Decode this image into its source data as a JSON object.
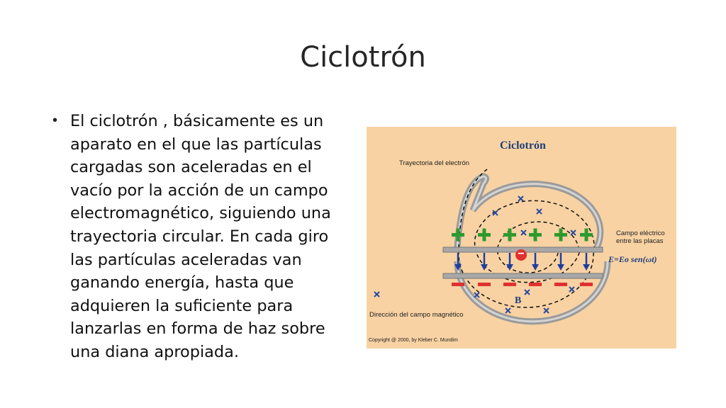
{
  "slide": {
    "title": "Ciclotrón",
    "bullet": "El ciclotrón , básicamente es un aparato en el que las partículas cargadas son aceleradas en el vacío por la acción de un campo electromagnético, siguiendo una trayectoria circular. En cada giro las partículas aceleradas van ganando energía, hasta que adquieren la suficiente para lanzarlas en forma de haz sobre una diana apropiada."
  },
  "figure": {
    "title": "Ciclotrón",
    "label_trajectory": "Trayectoria del electrón",
    "label_field_line1": "Campo eléctrico",
    "label_field_line2": "entre las placas",
    "formula": "E=Eo sen(ωt)",
    "label_magnetic": "Dirección del campo magnético",
    "label_b": "B",
    "copyright": "Copyright @ 2000, by Kleber C. Mundim",
    "electron_symbol": "−",
    "colors": {
      "background": "#f8d2a3",
      "plus": "#2e9a2e",
      "minus": "#e03030",
      "arrow": "#1f3fa0",
      "x_mark": "#2a4aa0",
      "metal": "#9a9a9a",
      "electron": "#e03030"
    }
  }
}
